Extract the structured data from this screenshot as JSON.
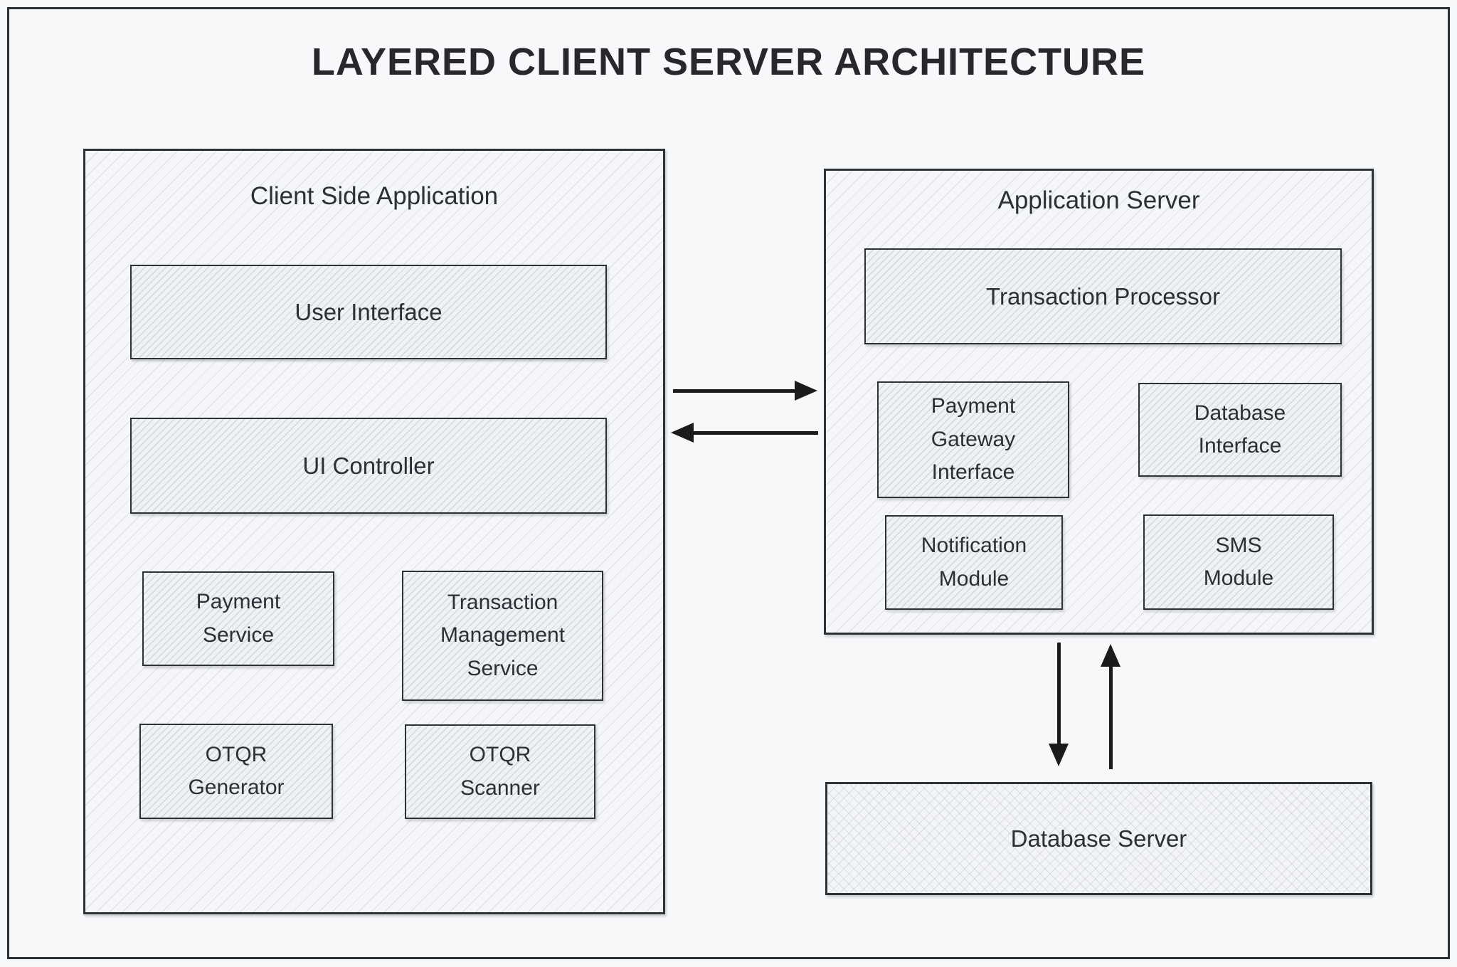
{
  "title": "LAYERED CLIENT SERVER ARCHITECTURE",
  "client_side": {
    "label": "Client Side Application",
    "components": {
      "user_interface": "User Interface",
      "ui_controller": "UI Controller",
      "payment_service": "Payment Service",
      "transaction_management_service": "Transaction Management Service",
      "otqr_generator": "OTQR Generator",
      "otqr_scanner": "OTQR Scanner"
    }
  },
  "application_server": {
    "label": "Application Server",
    "components": {
      "transaction_processor": "Transaction Processor",
      "payment_gateway_interface": "Payment Gateway Interface",
      "database_interface": "Database Interface",
      "notification_module": "Notification Module",
      "sms_module": "SMS Module"
    }
  },
  "database_server": {
    "label": "Database Server"
  },
  "connections": [
    {
      "from": "client-side-application",
      "to": "application-server",
      "direction": "right"
    },
    {
      "from": "application-server",
      "to": "client-side-application",
      "direction": "left"
    },
    {
      "from": "application-server",
      "to": "database-server",
      "direction": "down"
    },
    {
      "from": "database-server",
      "to": "application-server",
      "direction": "up"
    }
  ],
  "colors": {
    "background": "#f7f8fa",
    "border": "#2e3135",
    "text": "#2b2f36",
    "arrow": "#1b1b1b"
  }
}
